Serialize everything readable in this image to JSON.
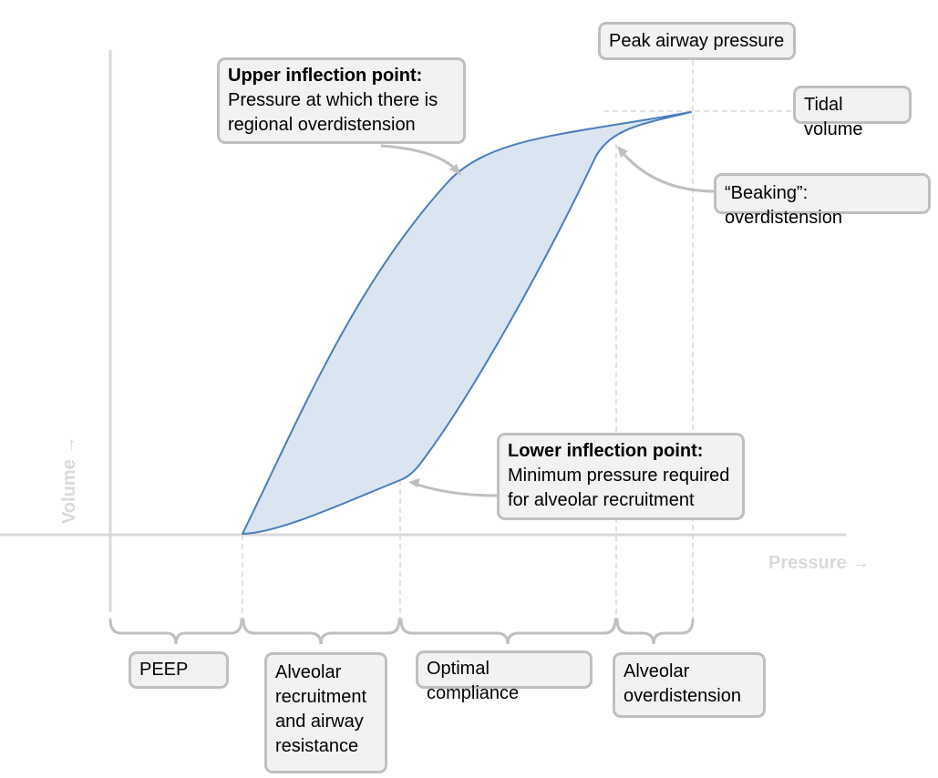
{
  "axes": {
    "x_label": "Pressure →",
    "y_label": "Volume →"
  },
  "annotations": {
    "peak_airway_pressure": "Peak airway pressure",
    "tidal_volume": "Tidal volume",
    "upper_inflection": {
      "title": "Upper inflection point:",
      "line1": "Pressure at which there is",
      "line2": "regional overdistension"
    },
    "beaking": "“Beaking”: overdistension",
    "lower_inflection": {
      "title": "Lower inflection point:",
      "line1": "Minimum pressure required",
      "line2": "for  alveolar recruitment"
    }
  },
  "regions": {
    "peep": "PEEP",
    "alveolar_recruitment": [
      "Alveolar",
      "recruitment",
      "and airway",
      "resistance"
    ],
    "optimal_compliance": "Optimal compliance",
    "alveolar_overdistension": [
      "Alveolar",
      "overdistension"
    ]
  },
  "colors": {
    "curve_stroke": "#4a7ebb",
    "loop_fill": "#dbe5f1",
    "guide_lines": "#d9d9d9",
    "box_fill": "#f2f2f2",
    "box_border": "#bfbfbf",
    "axis_label": "#d9d9d9"
  }
}
